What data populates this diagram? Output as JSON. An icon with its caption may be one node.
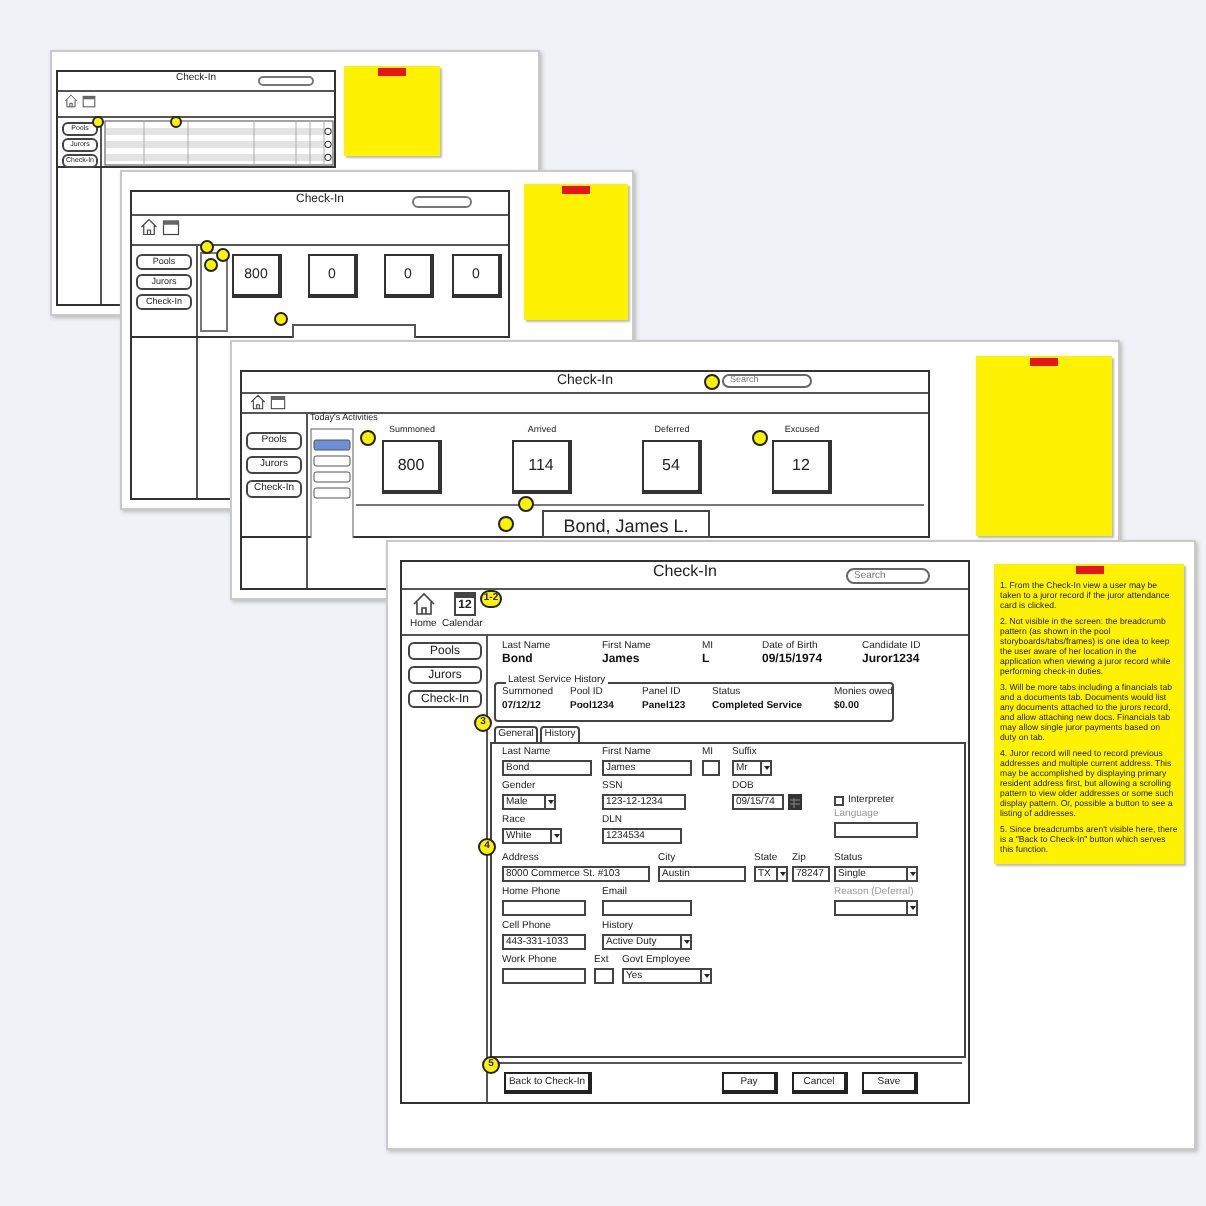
{
  "diagram": {
    "nodes": [
      {
        "text": [
          "Check-In"
        ]
      },
      {
        "text": [
          "Check-In"
        ]
      },
      {
        "text": [
          "Check-In"
        ]
      },
      {
        "text": [
          "Check-In"
        ]
      },
      {
        "text": [],
        "shape": "box"
      },
      {
        "text": [],
        "shape": "box"
      },
      {
        "text": [],
        "shape": "box"
      },
      {
        "text": [
          "1. From the Check-In view a user may be taken to a juror record if the juror attendance card is clicked.",
          "2. Not visible in the screen: the breadcrumb pattern (as shown in the pool storyboards/tabs/frames) is one idea to keep the user aware of her location in the application when viewing a juror record while performing check-in duties.",
          "3. Will be more tabs including a financials tab and a documents tab. Documents would list any documents attached to the jurors record, and allow attaching new docs. Financials tab may allow single juror payments based on duty on tab.",
          "4. Juror record will need to record previous addresses and multiple current address. This may be accomplished by displaying primary resident address first, but allowing a scrolling pattern to view older addresses or some such display pattern. Or, possible a button to see a listing of addresses.",
          "5. Since breadcrumbs aren't visible here, there is a \"Back to Check-In\" button which serves this function."
        ]
      },
      {
        "text": [
          "Summoned",
          "800"
        ],
        "in": 2
      },
      {
        "text": [
          "Arrived",
          "114"
        ],
        "in": 2
      },
      {
        "text": [
          "Deferred",
          "54"
        ],
        "in": 2
      },
      {
        "text": [
          "Excused",
          "12"
        ],
        "in": 2
      },
      {
        "text": [
          "800"
        ],
        "in": 1
      },
      {
        "text": [
          "0"
        ],
        "in": 1
      },
      {
        "text": [
          "0"
        ],
        "in": 1
      },
      {
        "text": [
          "0"
        ],
        "in": 1
      },
      {
        "text": [
          "Bond, James L."
        ],
        "in": 2
      },
      {
        "text": [
          "1-2"
        ],
        "in": 3
      },
      {
        "text": [
          "3"
        ],
        "in": 3
      },
      {
        "text": [
          "4"
        ],
        "in": 3
      },
      {
        "text": [
          "5"
        ],
        "in": 3
      },
      {
        "text": [],
        "shape": "circle",
        "in": 0
      },
      {
        "text": [],
        "shape": "circle",
        "in": 0
      },
      {
        "text": [],
        "shape": "circle",
        "in": 1
      },
      {
        "text": [],
        "shape": "circle",
        "in": 1
      },
      {
        "text": [],
        "shape": "circle",
        "in": 1
      },
      {
        "text": [],
        "shape": "circle",
        "in": 1
      },
      {
        "text": [],
        "shape": "circle",
        "in": 2
      },
      {
        "text": [],
        "shape": "circle",
        "in": 2
      },
      {
        "text": [],
        "shape": "circle",
        "in": 2
      },
      {
        "text": [],
        "shape": "circle",
        "in": 2
      },
      {
        "text": [],
        "shape": "circle",
        "in": 2
      }
    ],
    "labels": [
      "Pools",
      "Jurors",
      "Check-In",
      "Pools",
      "Jurors",
      "Check-In",
      "Search",
      "Pools",
      "Jurors",
      "Check-In",
      "Today's Activities",
      "Search",
      "Home",
      "12",
      "Calendar",
      "Pools",
      "Jurors",
      "Check-In",
      "Last Name",
      "Bond",
      "First Name",
      "James",
      "MI",
      "L",
      "Date of Birth",
      "09/15/1974",
      "Candidate ID",
      "Juror1234",
      "Latest Service History",
      "Summoned",
      "07/12/12",
      "Pool ID",
      "Pool1234",
      "Panel ID",
      "Panel123",
      "Status",
      "Completed Service",
      "Monies owed",
      "$0.00",
      "General",
      "History",
      "Last Name",
      "First Name",
      "MI",
      "Suffix",
      "Bond",
      "James",
      "Mr",
      "Gender",
      "SSN",
      "DOB",
      "Male",
      "123-12-1234",
      "09/15/74",
      "Interpreter",
      "Language",
      "Race",
      "DLN",
      "White",
      "1234534",
      "Address",
      "City",
      "State",
      "Zip",
      "Status",
      "8000 Commerce St. #103",
      "Austin",
      "TX",
      "78247",
      "Single",
      "Home Phone",
      "Email",
      "Reason (Deferral)",
      "Cell Phone",
      "History",
      "443-331-1033",
      "Active Duty",
      "Work Phone",
      "Ext",
      "Govt Employee",
      "Yes",
      "Back to Check-In",
      "Pay",
      "Cancel",
      "Save"
    ]
  }
}
